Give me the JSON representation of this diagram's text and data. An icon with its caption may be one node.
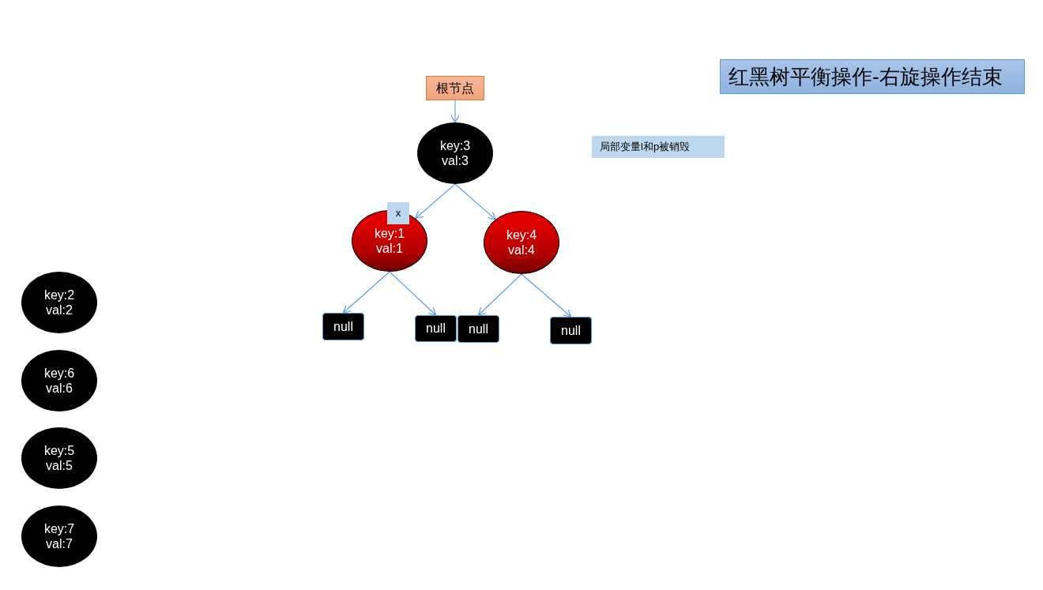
{
  "diagram": {
    "title": "红黑树平衡操作-右旋操作结束",
    "nodes": [
      {
        "text": [
          "根节点"
        ]
      },
      {
        "text": [
          "key:3",
          "val:3"
        ]
      },
      {
        "text": [
          "key:1",
          "val:1"
        ]
      },
      {
        "text": [
          "key:4",
          "val:4"
        ]
      },
      {
        "text": [
          "null"
        ]
      },
      {
        "text": [
          "null"
        ]
      },
      {
        "text": [
          "null"
        ]
      },
      {
        "text": [
          "null"
        ]
      },
      {
        "text": [
          "x"
        ]
      },
      {
        "text": [
          "局部变量l和p被销毁"
        ]
      },
      {
        "text": [
          "key:2",
          "val:2"
        ]
      },
      {
        "text": [
          "key:6",
          "val:6"
        ]
      },
      {
        "text": [
          "key:5",
          "val:5"
        ]
      },
      {
        "text": [
          "key:7",
          "val:7"
        ]
      }
    ],
    "edges": [
      {
        "from": 0,
        "to": 1,
        "arrow": "to"
      },
      {
        "from": 1,
        "to": 2,
        "arrow": "to"
      },
      {
        "from": 1,
        "to": 3,
        "arrow": "to"
      },
      {
        "from": 2,
        "to": 4,
        "arrow": "to"
      },
      {
        "from": 2,
        "to": 5,
        "arrow": "to"
      },
      {
        "from": 3,
        "to": 6,
        "arrow": "to"
      },
      {
        "from": 3,
        "to": 7,
        "arrow": "to"
      }
    ]
  }
}
